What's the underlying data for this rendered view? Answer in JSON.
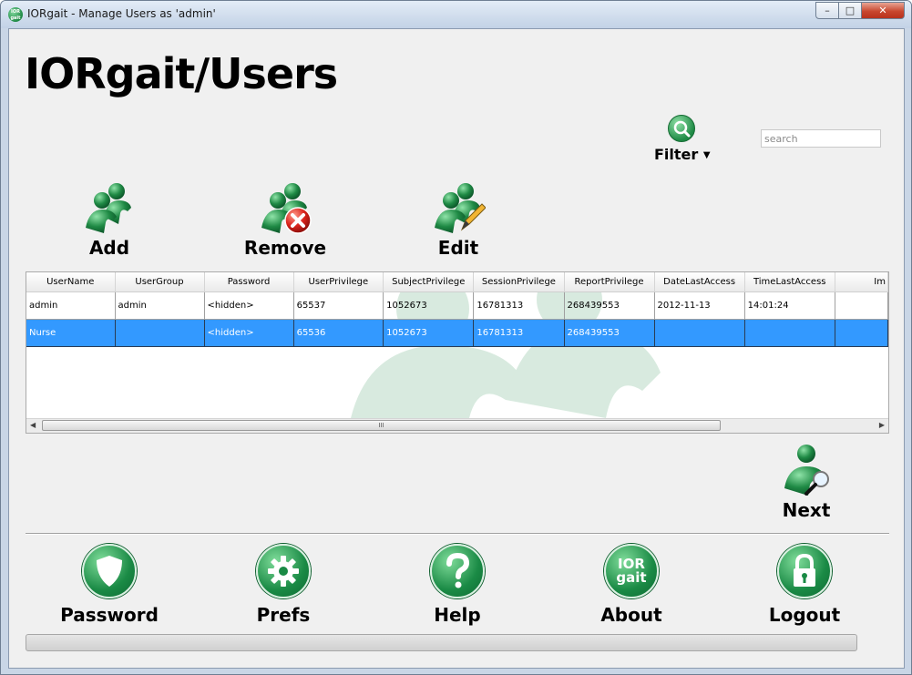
{
  "window": {
    "title": "IORgait - Manage Users as 'admin'",
    "app_icon_text": "IOR gait",
    "minimize": "–",
    "maximize": "□",
    "close": "✕"
  },
  "page": {
    "title": "IORgait/Users"
  },
  "filter": {
    "label": "Filter",
    "caret": "▼",
    "icon": "magnifier-icon"
  },
  "search": {
    "value": "",
    "placeholder": "search"
  },
  "toolbar": {
    "add_label": "Add",
    "remove_label": "Remove",
    "edit_label": "Edit",
    "next_label": "Next"
  },
  "table": {
    "columns": [
      "UserName",
      "UserGroup",
      "Password",
      "UserPrivilege",
      "SubjectPrivilege",
      "SessionPrivilege",
      "ReportPrivilege",
      "DateLastAccess",
      "TimeLastAccess",
      "Im"
    ],
    "rows": [
      [
        "admin",
        "admin",
        "<hidden>",
        "65537",
        "1052673",
        "16781313",
        "268439553",
        "2012-11-13",
        "14:01:24",
        ""
      ],
      [
        "Nurse",
        "",
        "<hidden>",
        "65536",
        "1052673",
        "16781313",
        "268439553",
        "",
        "",
        ""
      ]
    ],
    "selected_row": 1,
    "scroll_grip": "III"
  },
  "footer": {
    "password_label": "Password",
    "prefs_label": "Prefs",
    "help_label": "Help",
    "about_label": "About",
    "about_icon_line1": "IOR",
    "about_icon_line2": "gait",
    "logout_label": "Logout"
  },
  "progress": {
    "value": 0
  },
  "colors": {
    "accent_green": "#1f8a45",
    "selection_blue": "#3399ff",
    "remove_red": "#d9231b"
  }
}
